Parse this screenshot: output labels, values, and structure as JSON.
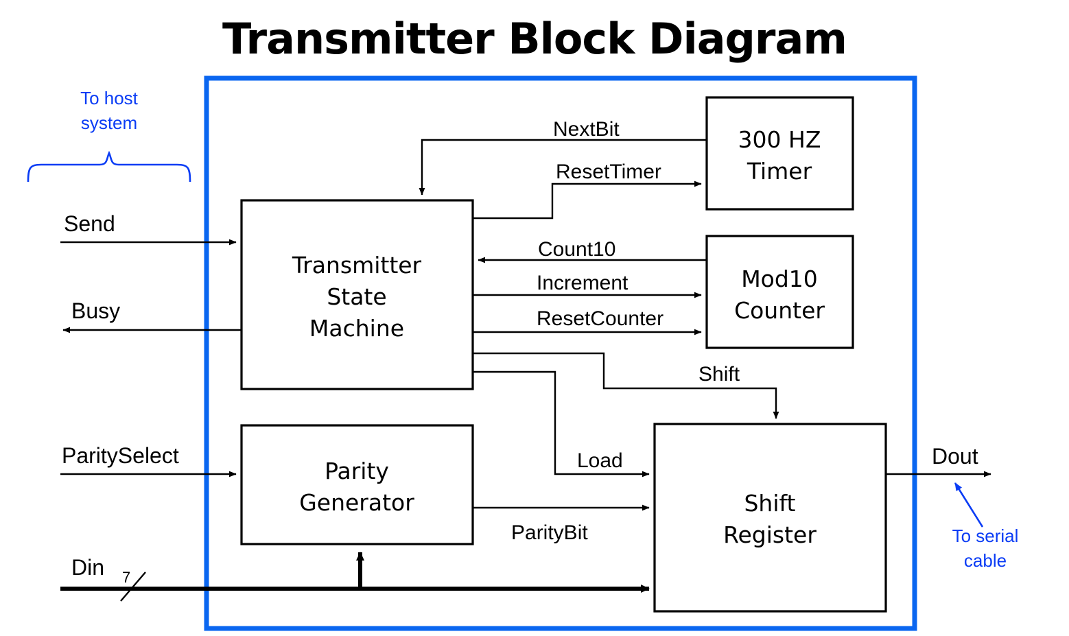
{
  "title": "Transmitter Block Diagram",
  "colors": {
    "boundary": "#0a66f0",
    "annotation": "#0a3cf5",
    "wire": "#000000",
    "block_fill": "#ffffff"
  },
  "blocks": [
    {
      "id": "state-machine",
      "label_lines": [
        "Transmitter",
        "State",
        "Machine"
      ]
    },
    {
      "id": "timer",
      "label_lines": [
        "300 HZ",
        "Timer"
      ]
    },
    {
      "id": "counter",
      "label_lines": [
        "Mod10",
        "Counter"
      ]
    },
    {
      "id": "parity-generator",
      "label_lines": [
        "Parity",
        "Generator"
      ]
    },
    {
      "id": "shift-register",
      "label_lines": [
        "Shift",
        "Register"
      ]
    }
  ],
  "external_ports": [
    {
      "id": "send",
      "label": "Send",
      "direction": "in"
    },
    {
      "id": "busy",
      "label": "Busy",
      "direction": "out"
    },
    {
      "id": "parityselect",
      "label": "ParitySelect",
      "direction": "in"
    },
    {
      "id": "din",
      "label": "Din",
      "direction": "in",
      "width": "7"
    },
    {
      "id": "dout",
      "label": "Dout",
      "direction": "out"
    }
  ],
  "signals": [
    {
      "id": "nextbit",
      "label": "NextBit",
      "from": "timer",
      "to": "state-machine"
    },
    {
      "id": "resettimer",
      "label": "ResetTimer",
      "from": "state-machine",
      "to": "timer"
    },
    {
      "id": "count10",
      "label": "Count10",
      "from": "counter",
      "to": "state-machine"
    },
    {
      "id": "increment",
      "label": "Increment",
      "from": "state-machine",
      "to": "counter"
    },
    {
      "id": "resetcounter",
      "label": "ResetCounter",
      "from": "state-machine",
      "to": "counter"
    },
    {
      "id": "shift",
      "label": "Shift",
      "from": "state-machine",
      "to": "shift-register"
    },
    {
      "id": "load",
      "label": "Load",
      "from": "state-machine",
      "to": "shift-register"
    },
    {
      "id": "paritybit",
      "label": "ParityBit",
      "from": "parity-generator",
      "to": "shift-register"
    }
  ],
  "annotations": [
    {
      "id": "to-host-system",
      "lines": [
        "To host",
        "system"
      ]
    },
    {
      "id": "to-serial-cable",
      "lines": [
        "To serial",
        "cable"
      ]
    }
  ]
}
